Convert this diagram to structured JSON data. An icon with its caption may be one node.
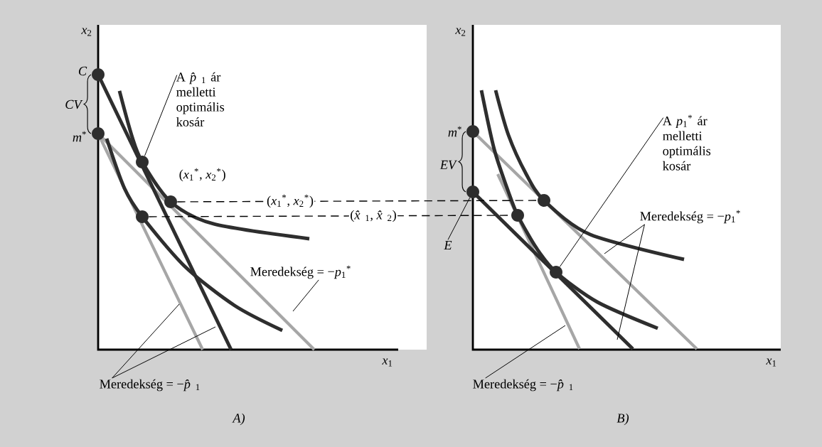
{
  "diagram": {
    "nodes": [
      {
        "text": [
          "A *p̂*$_{1}$ ár melletti optimális kosár"
        ]
      },
      {
        "text": [],
        "shape": "circle"
      },
      {
        "text": [
          "Meredekség = −*p*$_{1}$$^{*}$"
        ]
      },
      {
        "text": [
          "Meredekség = −*p̂*$_{1}$"
        ]
      },
      {
        "text": [
          "A *p*$_{1}$$^{*}$ ár melletti optimális kosár"
        ]
      },
      {
        "text": [],
        "shape": "circle"
      },
      {
        "text": [
          "Meredekség = −*p*$_{1}$$^{*}$"
        ]
      },
      {
        "text": [
          "Meredekség = −*p̂*$_{1}$"
        ]
      },
      {
        "text": [
          "E"
        ]
      },
      {
        "text": [],
        "shape": "circle"
      },
      {
        "text": [],
        "shape": "circle",
        "beside": [
          "C"
        ]
      },
      {
        "text": [],
        "shape": "circle",
        "beside": [
          "*m*$^{*}$"
        ]
      },
      {
        "text": [],
        "shape": "circle"
      },
      {
        "text": [],
        "shape": "circle"
      },
      {
        "text": [],
        "shape": "circle",
        "beside": [
          "*m*$^{*}$"
        ]
      },
      {
        "text": [],
        "shape": "circle"
      },
      {
        "text": [],
        "shape": "circle"
      }
    ],
    "edges": [
      {
        "from": 0,
        "to": 1,
        "arrow": "none"
      },
      {
        "from": 2,
        "to": null,
        "arrow": "none"
      },
      {
        "from": 3,
        "to": null,
        "arrow": "none"
      },
      {
        "from": 3,
        "to": null,
        "arrow": "none"
      },
      {
        "from": 4,
        "to": 5,
        "arrow": "none"
      },
      {
        "from": 6,
        "to": null,
        "arrow": "none"
      },
      {
        "from": 6,
        "to": null,
        "arrow": "none"
      },
      {
        "from": 7,
        "to": null,
        "arrow": "none"
      },
      {
        "from": 8,
        "to": 9,
        "arrow": "none"
      },
      {
        "from": 12,
        "to": 15,
        "arrow": "none",
        "style": "dashed",
        "label": "(*x*$_{1}$$^{*}$, *x*$_{2}$$^{*}$)"
      },
      {
        "from": 13,
        "to": 16,
        "arrow": "none",
        "style": "dashed",
        "label": "(*x̂*$_{1}$, *x̂*$_{2}$)"
      }
    ],
    "labels": [
      "*x*$_{2}$",
      "CV",
      "(*x*$_{1}$$^{*}$, *x*$_{2}$$^{*}$)",
      "*x*$_{1}$",
      "A)",
      "*x*$_{2}$",
      "EV",
      "*x*$_{1}$",
      "B)"
    ]
  }
}
